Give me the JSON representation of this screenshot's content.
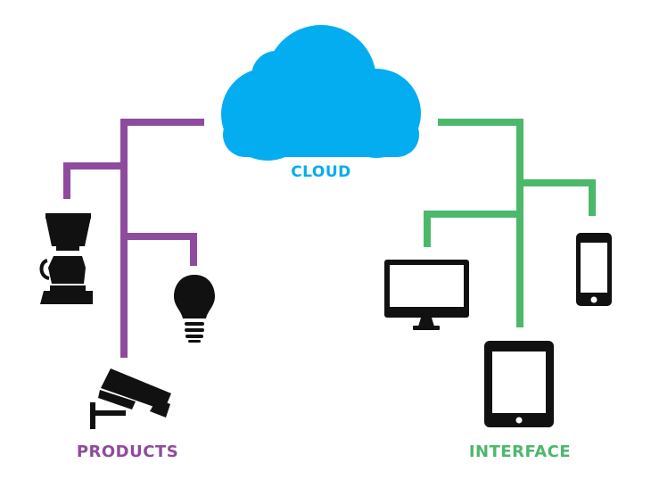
{
  "labels": {
    "cloud": "CLOUD",
    "products": "PRODUCTS",
    "interface": "INTERFACE"
  },
  "colors": {
    "cloud": "#04ADEF",
    "products": "#8E4B9E",
    "interface": "#4CB86A",
    "icon": "#111111"
  },
  "icons": {
    "cloud": "cloud-icon",
    "coffee_maker": "coffee-maker-icon",
    "light_bulb": "light-bulb-icon",
    "security_camera": "security-camera-icon",
    "monitor": "monitor-icon",
    "smartphone": "smartphone-icon",
    "tablet": "tablet-icon"
  }
}
